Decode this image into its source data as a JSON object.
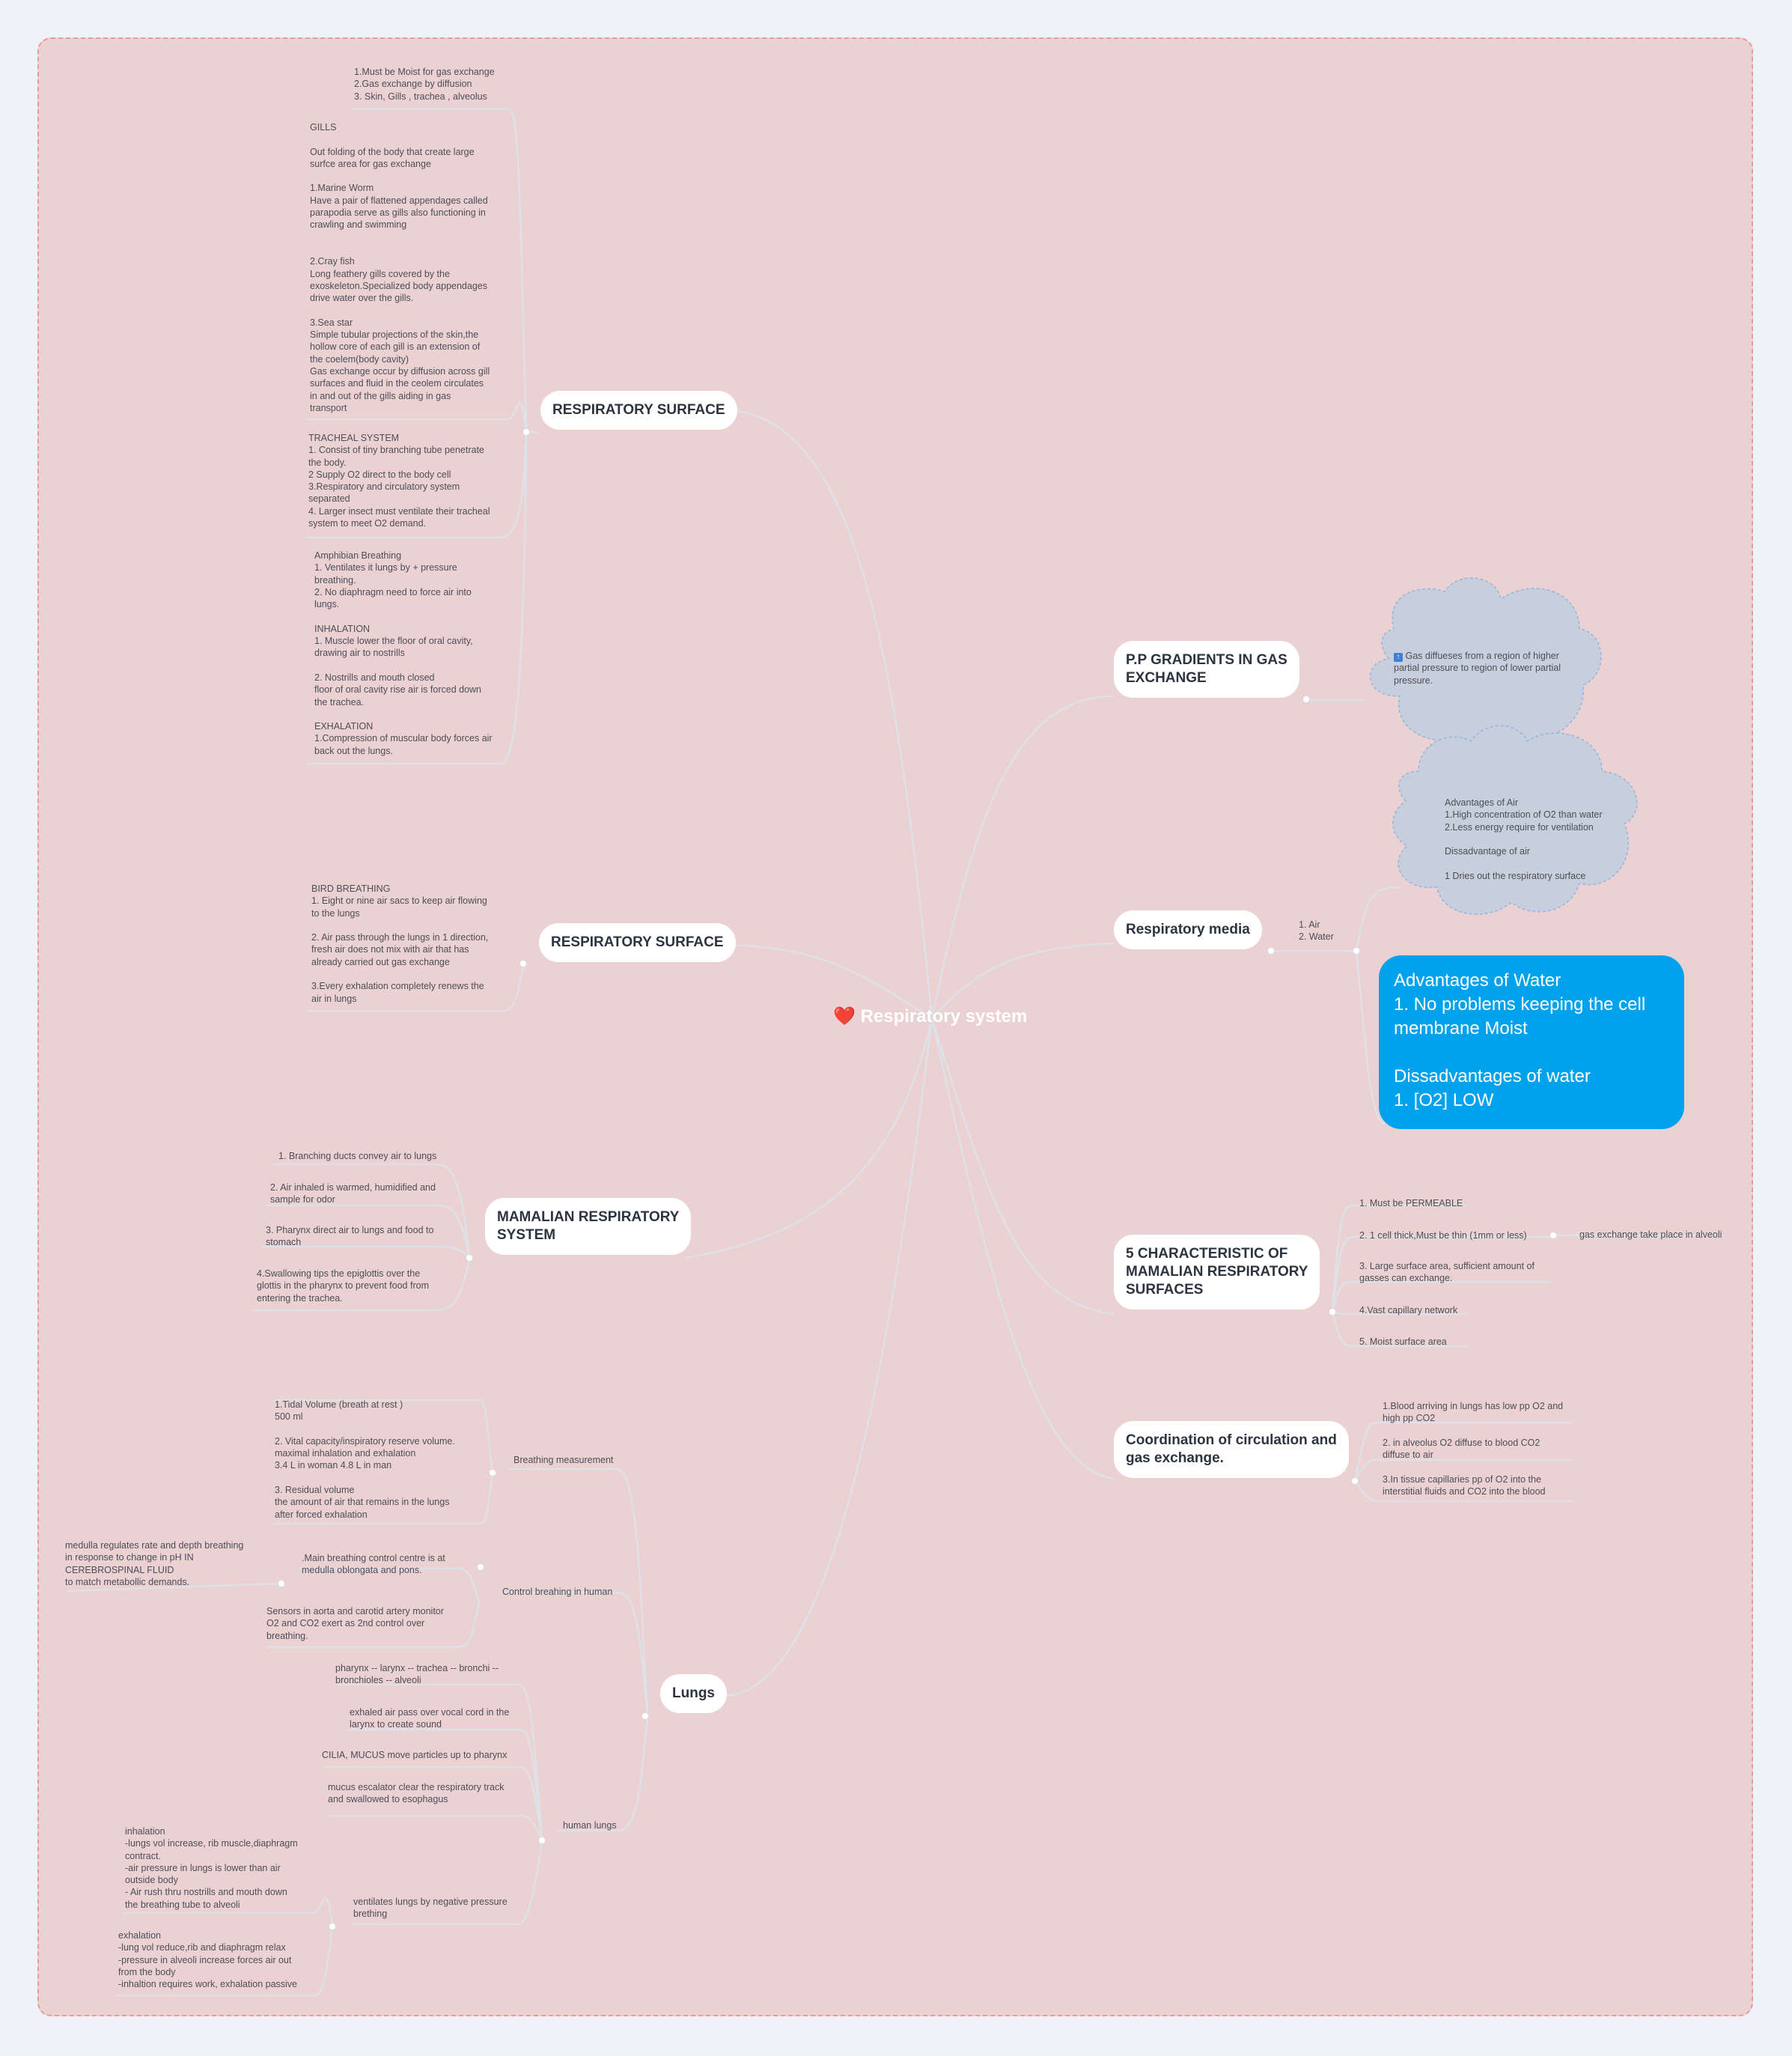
{
  "root": {
    "icon": "heart-icon",
    "label": "Respiratory system"
  },
  "branches": {
    "resp_surface_1": {
      "label": "RESPIRATORY SURFACE",
      "notes": [
        "1.Must be Moist for gas exchange\n2.Gas exchange by diffusion\n3. Skin, Gills , trachea , alveolus",
        "GILLS\n\nOut folding of the body that create large\nsurfce area for gas exchange\n\n1.Marine Worm\nHave a pair of flattened appendages called\nparapodia serve as gills also functioning in\ncrawling and swimming\n\n\n2.Cray fish\nLong feathery gills covered by the\nexoskeleton.Specialized body appendages\ndrive water over the gills.\n\n3.Sea star\nSimple tubular projections of the skin,the\nhollow core of each gill is an extension of\nthe coelem(body cavity)\nGas exchange occur by diffusion across gill\nsurfaces and fluid in the ceolem circulates\nin and out of the gills aiding in gas\ntransport",
        "TRACHEAL SYSTEM\n1. Consist of tiny branching tube penetrate\nthe body.\n2 Supply O2 direct to the body cell\n3.Respiratory and circulatory system\nseparated\n4. Larger insect must ventilate their tracheal\nsystem to meet O2 demand.",
        "Amphibian Breathing\n1. Ventilates it lungs by + pressure\nbreathing.\n2. No diaphragm need to force air into\nlungs.\n\nINHALATION\n1. Muscle lower the floor of oral cavity,\ndrawing air to nostrills\n\n2. Nostrills and mouth closed\nfloor of oral cavity rise air is forced down\nthe trachea.\n\nEXHALATION\n1.Compression of muscular body forces air\nback out the lungs."
      ]
    },
    "resp_surface_2": {
      "label": "RESPIRATORY SURFACE",
      "notes": [
        "BIRD BREATHING\n1. Eight or nine air sacs to keep air flowing\nto the lungs\n\n2. Air pass through the lungs in 1 direction,\nfresh air does not mix with air that has\nalready carried out gas exchange\n\n3.Every exhalation completely renews the\nair in lungs"
      ]
    },
    "mammalian": {
      "label": "MAMALIAN RESPIRATORY\nSYSTEM",
      "notes": [
        "1. Branching ducts convey air to lungs",
        "2. Air inhaled is warmed, humidified and\nsample for odor",
        "3. Pharynx direct air to lungs and food to\nstomach",
        "4.Swallowing tips the epiglottis over the\nglottis in the pharynx to prevent food from\nentering the trachea."
      ]
    },
    "lungs": {
      "label": "Lungs",
      "breathing_measurement": {
        "label": "Breathing measurement",
        "note": "1.Tidal Volume (breath at rest )\n500 ml\n\n2. Vital capacity/inspiratory reserve volume.\nmaximal inhalation and exhalation\n3.4 L in woman 4.8 L in man\n\n3. Residual volume\nthe amount of air that remains in the lungs\nafter forced exhalation"
      },
      "control": {
        "label": "Control breahing in human",
        "main": ".Main breathing control centre is at\nmedulla oblongata and pons.",
        "medulla": "medulla regulates rate and depth breathing\nin response to change in pH IN\nCEREBROSPINAL FLUID\nto match metabollic demands.",
        "sensors": "Sensors in aorta and carotid artery monitor\nO2 and CO2 exert as 2nd control over\nbreathing."
      },
      "human": {
        "label": "human lungs",
        "path": "pharynx  -- larynx -- trachea -- bronchi --\nbronchioles -- alveoli",
        "vocal": "exhaled air pass over vocal cord in the\nlarynx to create sound",
        "cilia": "CILIA, MUCUS move particles up to pharynx",
        "mucus": "mucus escalator clear the respiratory track\nand swallowed to esophagus",
        "ventilates": "ventilates lungs by negative pressure\nbrething",
        "inhalation": "inhalation\n-lungs vol increase, rib muscle,diaphragm\ncontract.\n-air pressure in lungs is lower than air\noutside body\n- Air rush thru nostrills and mouth down\nthe breathing tube to alveoli",
        "exhalation": "exhalation\n-lung vol reduce,rib and diaphragm relax\n-pressure in alveoli increase forces air out\nfrom the body\n-inhaltion requires work, exhalation passive"
      }
    },
    "pp_gradients": {
      "label": "P.P GRADIENTS IN GAS\nEXCHANGE",
      "cloud_icon": "up-arrow-icon",
      "cloud": "Gas diffueses from a region of higher\npartial pressure to region of lower partial\npressure."
    },
    "resp_media": {
      "label": "Respiratory media",
      "items": "1. Air\n2. Water",
      "air_cloud": "Advantages of Air\n1.High concentration of O2 than water\n2.Less energy require for ventilation\n\nDissadvantage of air\n\n1 Dries out the respiratory surface",
      "water_box": "Advantages of  Water\n1. No problems keeping the cell\n   membrane Moist\n\nDissadvantages of water\n1. [O2] LOW"
    },
    "five_char": {
      "label": "5 CHARACTERISTIC OF\nMAMALIAN  RESPIRATORY\nSURFACES",
      "items": [
        "1. Must be PERMEABLE",
        "2. 1 cell thick,Must be thin (1mm or less)",
        "3. Large surface area, sufficient amount of\ngasses can exchange.",
        "4.Vast capillary network",
        "5. Moist surface area"
      ],
      "sub": "gas exchange take place in alveoli"
    },
    "coordination": {
      "label": "Coordination of circulation and\ngas exchange.",
      "note": "1.Blood arriving in lungs has low pp O2 and\nhigh pp CO2\n\n2. in alveolus O2 diffuse to blood CO2\ndiffuse to air\n\n3.In tissue capillaries pp of O2 into the\ninterstitial fluids and CO2 into the blood"
    }
  },
  "colors": {
    "board": "#ecd1d2",
    "cloud": "#c8cfdc",
    "blue_box": "#00a2ee",
    "line": "#dde1e7"
  }
}
